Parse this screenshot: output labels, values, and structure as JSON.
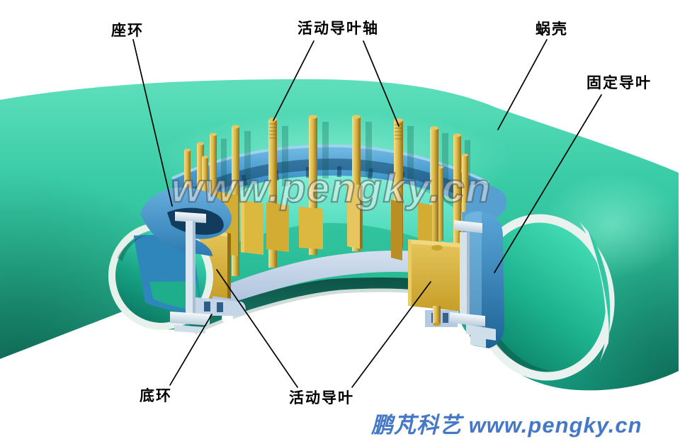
{
  "figure": {
    "watermark": "www.pengky.cn",
    "branding": "鹏芃科艺 www.pengky.cn",
    "labels": {
      "seat_ring": "座环",
      "movable_guide_vane_shaft": "活动导叶轴",
      "spiral_case": "蜗壳",
      "stay_vane": "固定导叶",
      "bottom_ring": "底环",
      "movable_guide_vane": "活动导叶"
    }
  },
  "colors": {
    "background": "#ffffff",
    "label_text": "#000000",
    "branding_blue": "#4579c6",
    "watermark_fill": "rgba(255,255,255,0.42)",
    "spiral_case_teal": "#2ec09c",
    "inner_wall_cyan": "#57e2c0",
    "stay_ring_blue": "#3a8ec6",
    "fixed_vane_blue": "#2a74a8",
    "guide_vane_yellow": "#d9b544",
    "bottom_ring_lavender": "#aec4de",
    "cross_section_steel": "#dce8f1"
  }
}
